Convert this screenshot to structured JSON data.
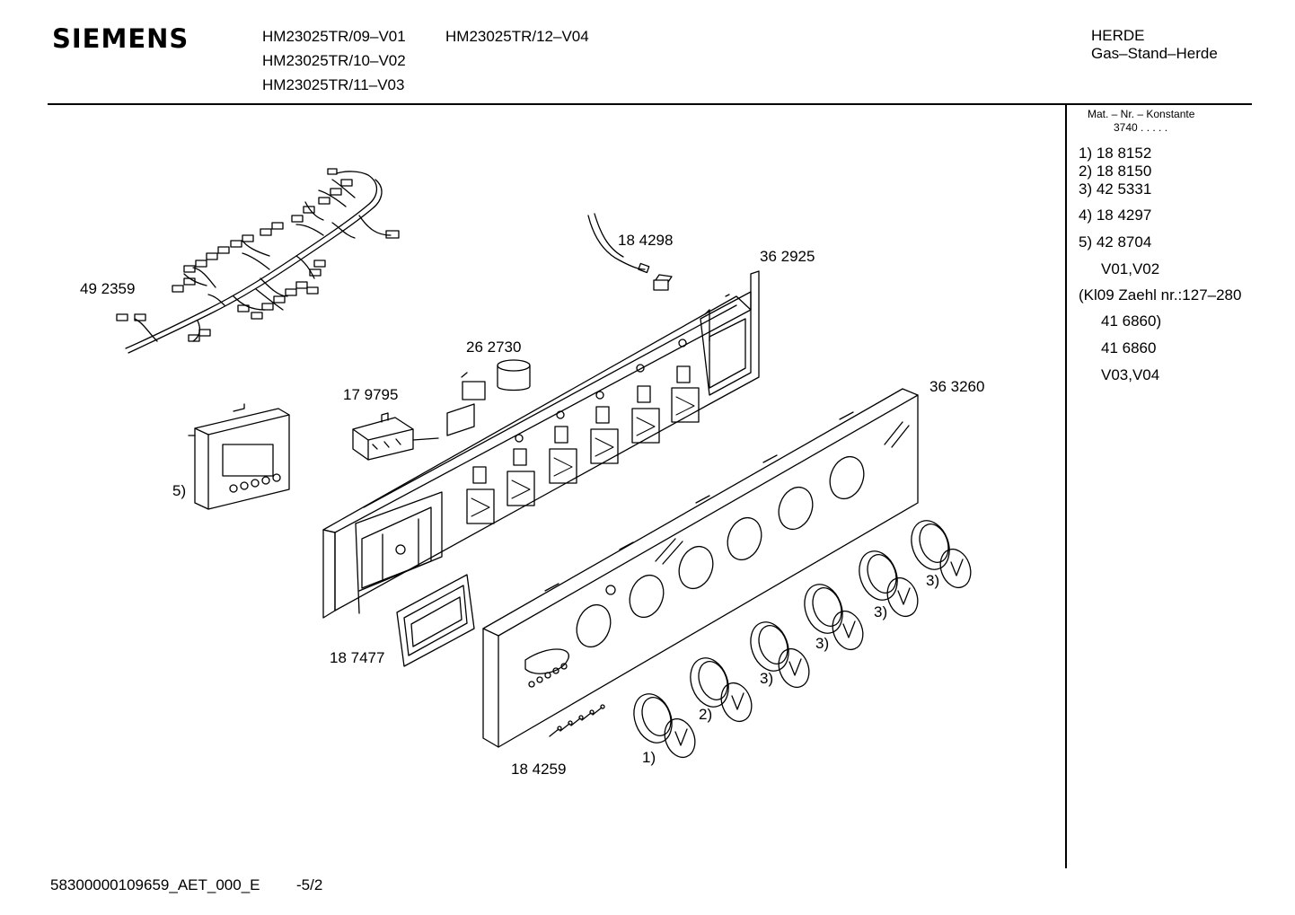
{
  "header": {
    "brand": "SIEMENS",
    "models": [
      "HM23025TR/09–V01",
      "HM23025TR/12–V04",
      "HM23025TR/10–V02",
      "HM23025TR/11–V03"
    ],
    "category": [
      "HERDE",
      "Gas–Stand–Herde"
    ]
  },
  "sidebar": {
    "mat_title": "Mat. – Nr. – Konstante",
    "mat_value": "3740  .  .  .  .  .",
    "entries": [
      "1)  18 8152",
      "2)  18 8150",
      "3)  42 5331",
      "4)  18 4297",
      "5)  42 8704",
      "V01,V02",
      "(Kl09 Zaehl nr.:127–280",
      "41 6860)",
      "41 6860",
      "V03,V04"
    ]
  },
  "parts": {
    "harness": "49 2359",
    "cable": "18 4298",
    "frame": "36 2925",
    "thermostat": "26 2730",
    "switch": "17 9795",
    "fascia": "36 3260",
    "module_ref": "5)",
    "bezel": "18 7477",
    "screws": "18 4259"
  },
  "knobs": {
    "refs": [
      "1)",
      "2)",
      "3)",
      "3)",
      "3)",
      "3)"
    ]
  },
  "footer": {
    "doc_id": "58300000109659_AET_000_E",
    "page": "-5/2"
  }
}
